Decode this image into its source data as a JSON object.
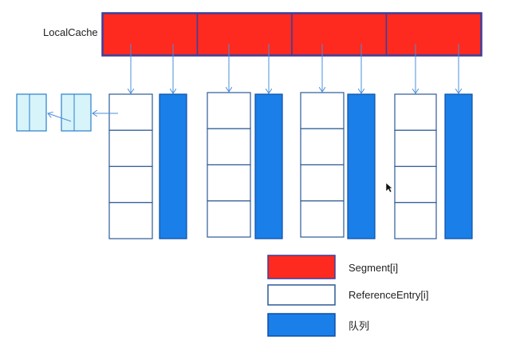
{
  "diagram": {
    "title": "LocalCache",
    "segment_count": 4,
    "entries_per_table": 4,
    "colors": {
      "segment_fill": "#ff2a1f",
      "segment_border": "#3b3f9c",
      "queue_fill": "#1a7fe8",
      "queue_border": "#0d4fa6",
      "entry_border": "#2d5a96",
      "arrow": "#4a8fdc",
      "chain_fill": "#d7f4fb",
      "chain_border": "#2a7ec9"
    },
    "legend": [
      {
        "key": "segment",
        "label": "Segment[i]"
      },
      {
        "key": "entry",
        "label": "ReferenceEntry[i]"
      },
      {
        "key": "queue",
        "label": "队列"
      }
    ]
  }
}
